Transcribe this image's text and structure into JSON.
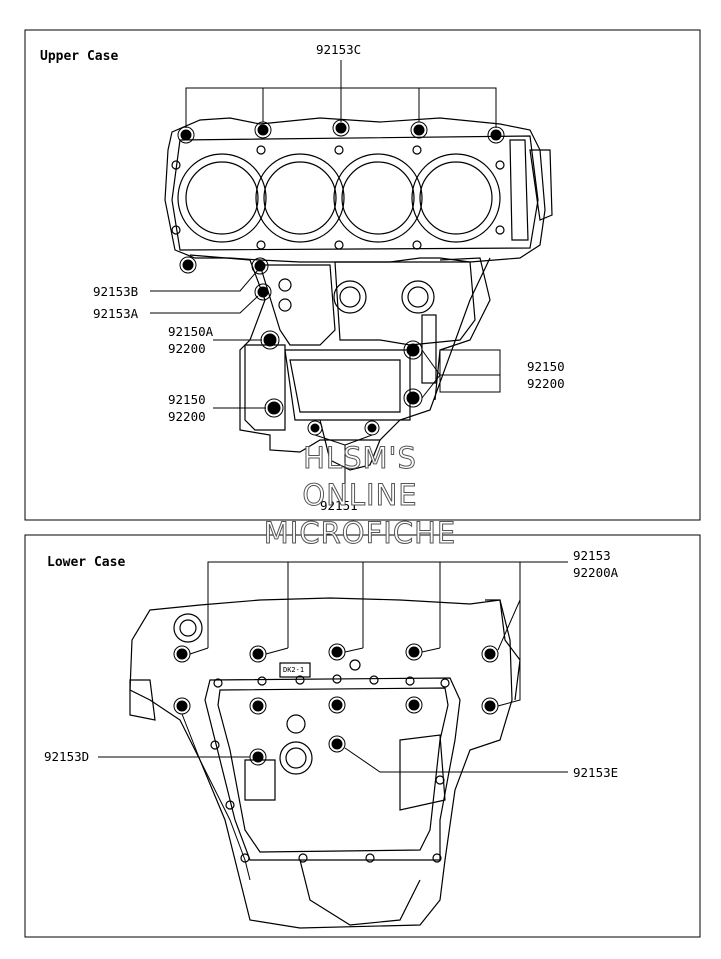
{
  "panels": {
    "upper": {
      "title": "Upper Case",
      "labels": {
        "c": "92153C",
        "b": "92153B",
        "a": "92153A",
        "a150": "92150A",
        "a200": "92200",
        "l150": "92150",
        "l200": "92200",
        "r150": "92150",
        "r200": "92200",
        "b151": "92151"
      }
    },
    "lower": {
      "title": "Lower Case",
      "labels": {
        "tr1": "92153",
        "tr2": "92200A",
        "d": "92153D",
        "e": "92153E",
        "mark": "DK2-1"
      }
    }
  },
  "watermark": {
    "line1": "HLSM'S",
    "line2": "ONLINE",
    "line3": "MICROFICHE"
  }
}
